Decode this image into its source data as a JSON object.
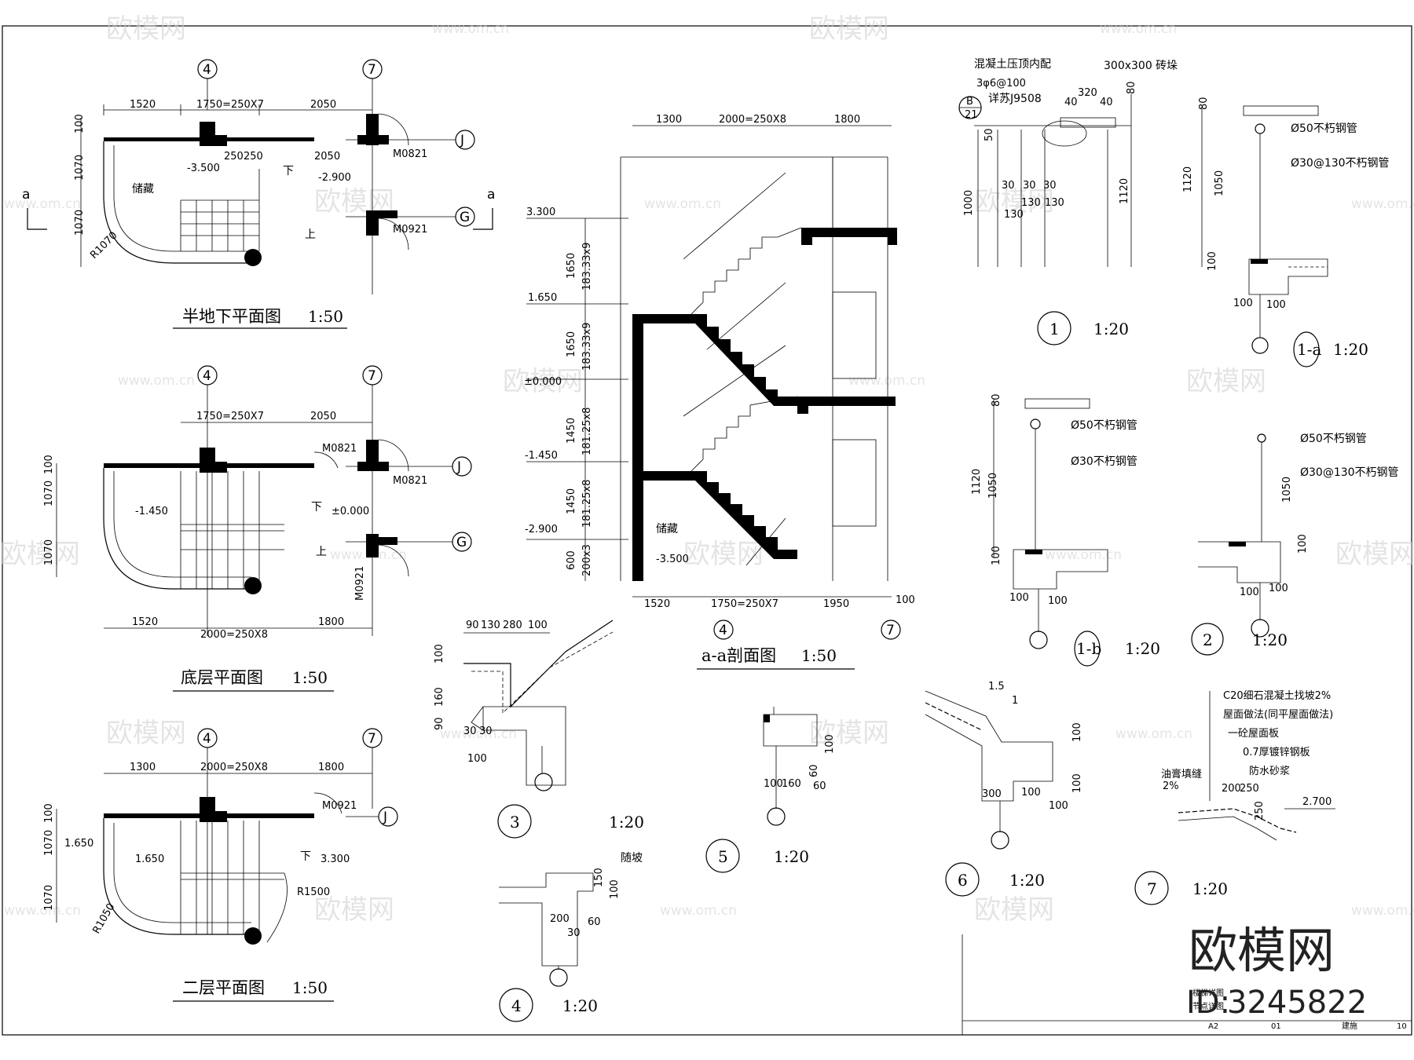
{
  "watermark": {
    "brand": "欧模网",
    "url": "www.om.cn",
    "id_label": "ID:",
    "id": "3245822"
  },
  "plans": {
    "basement": {
      "title": "半地下平面图",
      "scale": "1:50",
      "axes": [
        "4",
        "7",
        "J",
        "G"
      ],
      "dims": [
        "1520",
        "1750=250X7",
        "2050",
        "100",
        "1070",
        "1070",
        "250",
        "250",
        "2050"
      ],
      "labels": {
        "room": "储藏",
        "level1": "-3.500",
        "level2": "-2.900",
        "down": "下",
        "up": "上",
        "radius": "R1070",
        "door1": "M0821",
        "door2": "M0921",
        "cut": "a"
      }
    },
    "ground": {
      "title": "底层平面图",
      "scale": "1:50",
      "axes": [
        "4",
        "7",
        "J",
        "G"
      ],
      "dims": [
        "1750=250X7",
        "2050",
        "1520",
        "2000=250X8",
        "1800",
        "100",
        "1070",
        "1070"
      ],
      "labels": {
        "level1": "-1.450",
        "level2": "±0.000",
        "down": "下",
        "up": "上",
        "door1": "M0821",
        "door2": "M0821",
        "door3": "M0921"
      }
    },
    "second": {
      "title": "二层平面图",
      "scale": "1:50",
      "axes": [
        "4",
        "7",
        "J"
      ],
      "dims": [
        "1300",
        "2000=250X8",
        "1800",
        "100",
        "1070",
        "1070"
      ],
      "labels": {
        "level1": "1.650",
        "level2": "1.650",
        "level3": "3.300",
        "down": "下",
        "radius1": "R1500",
        "radius2": "R1050",
        "door1": "M0921"
      }
    }
  },
  "section": {
    "title": "a-a剖面图",
    "scale": "1:50",
    "top_dims": [
      "1300",
      "2000=250X8",
      "1800"
    ],
    "bottom_dims": [
      "1520",
      "1750=250X7",
      "1950",
      "100"
    ],
    "axes": [
      "4",
      "7"
    ],
    "levels": [
      "3.300",
      "1.650",
      "±0.000",
      "-1.450",
      "-2.900",
      "-3.500"
    ],
    "v_dims": [
      "1650",
      "183.33x9",
      "1650",
      "183.33x9",
      "1450",
      "181.25x8",
      "1450",
      "181.25x8",
      "600",
      "200x3"
    ],
    "room": "储藏"
  },
  "details": [
    {
      "no": "1",
      "scale": "1:20",
      "notes": [
        "混凝土压顶内配",
        "3φ6@100",
        "详苏J9508",
        "300x300 砖垛",
        "B",
        "21"
      ],
      "dims": [
        "320",
        "80",
        "40",
        "40",
        "50",
        "30",
        "30",
        "30",
        "130",
        "130",
        "130",
        "1000",
        "1120"
      ]
    },
    {
      "no": "1-a",
      "scale": "1:20",
      "notes": [
        "Ø50不朽钢管",
        "Ø30@130不朽钢管"
      ],
      "dims": [
        "80",
        "1120",
        "1050",
        "100",
        "100",
        "100"
      ]
    },
    {
      "no": "1-b",
      "scale": "1:20",
      "notes": [
        "Ø50不朽钢管",
        "Ø30不朽钢管"
      ],
      "dims": [
        "80",
        "1120",
        "1050",
        "100",
        "100",
        "100"
      ]
    },
    {
      "no": "2",
      "scale": "1:20",
      "notes": [
        "Ø50不朽钢管",
        "Ø30@130不朽钢管"
      ],
      "dims": [
        "1050",
        "100",
        "100",
        "100"
      ]
    },
    {
      "no": "3",
      "scale": "1:20",
      "dims": [
        "90",
        "130",
        "280",
        "100",
        "100",
        "160",
        "90",
        "30",
        "30",
        "100"
      ]
    },
    {
      "no": "4",
      "scale": "1:20",
      "notes": [
        "随坡"
      ],
      "dims": [
        "150",
        "100",
        "200",
        "30",
        "60"
      ]
    },
    {
      "no": "5",
      "scale": "1:20",
      "dims": [
        "100",
        "160",
        "60",
        "60",
        "100"
      ]
    },
    {
      "no": "6",
      "scale": "1:20",
      "slope": "1.5",
      "slope_base": "1",
      "dims": [
        "300",
        "100",
        "100",
        "100",
        "100"
      ]
    },
    {
      "no": "7",
      "scale": "1:20",
      "notes": [
        "C20细石混凝土找坡2%",
        "屋面做法(同平屋面做法)",
        "一砼屋面板",
        "0.7厚镀锌钢板",
        "防水砂浆",
        "油膏填缝",
        "2%"
      ],
      "dims": [
        "200",
        "250",
        "250"
      ],
      "level": "2.700"
    }
  ],
  "title_block": {
    "line1": "楼梯详图",
    "line2": "节点详图",
    "sheet": "A2",
    "num": "01",
    "disc": "建施",
    "page": "10"
  }
}
